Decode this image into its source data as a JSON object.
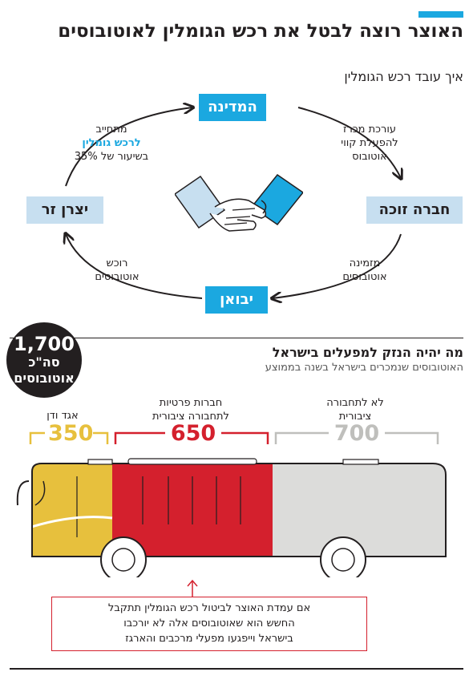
{
  "header": {
    "title": "האוצר רוצה לבטל את רכש הגומלין לאוטובוסים",
    "subtitle": "איך עובד רכש הגומלין"
  },
  "cycle": {
    "state": "המדינה",
    "winner": "חברה זוכה",
    "importer": "יבואן",
    "manufacturer": "יצרן זר",
    "arrow_state_winner": [
      "עורכת מכרז",
      "להפעלת קווי",
      "אוטובוס"
    ],
    "arrow_winner_importer": [
      "מזמינה",
      "אוטובוסים"
    ],
    "arrow_importer_manufacturer": [
      "רוכש",
      "אוטובוסים"
    ],
    "arrow_manufacturer_state": [
      "מתחייב",
      "לרכש גומלין",
      "בשיעור של 35%"
    ]
  },
  "section2": {
    "title": "מה יהיה הנזק למפעלים בישראל",
    "subtitle": "האוטובוסים שנמכרים בישראל בשנה בממוצע",
    "total": {
      "number": "1,700",
      "line2": "סה\"כ",
      "line3": "אוטובוסים"
    },
    "categories": [
      {
        "label": [
          "אגד ודן"
        ],
        "value": "350",
        "color": "#e7c03d"
      },
      {
        "label": [
          "חברות פרטיות",
          "לתחבורה ציבורית"
        ],
        "value": "650",
        "color": "#d4202d"
      },
      {
        "label": [
          "לא לתחבורה",
          "ציבורית"
        ],
        "value": "700",
        "color": "#bfbfbc"
      }
    ],
    "note": [
      "אם עמדת האוצר לביטול רכש הגומלין תתקבל",
      "החשש הוא שאוטובוסים אלה לא יורכבו",
      "בישראל וייפגעו מפעלי מרכבים והארגז"
    ]
  }
}
